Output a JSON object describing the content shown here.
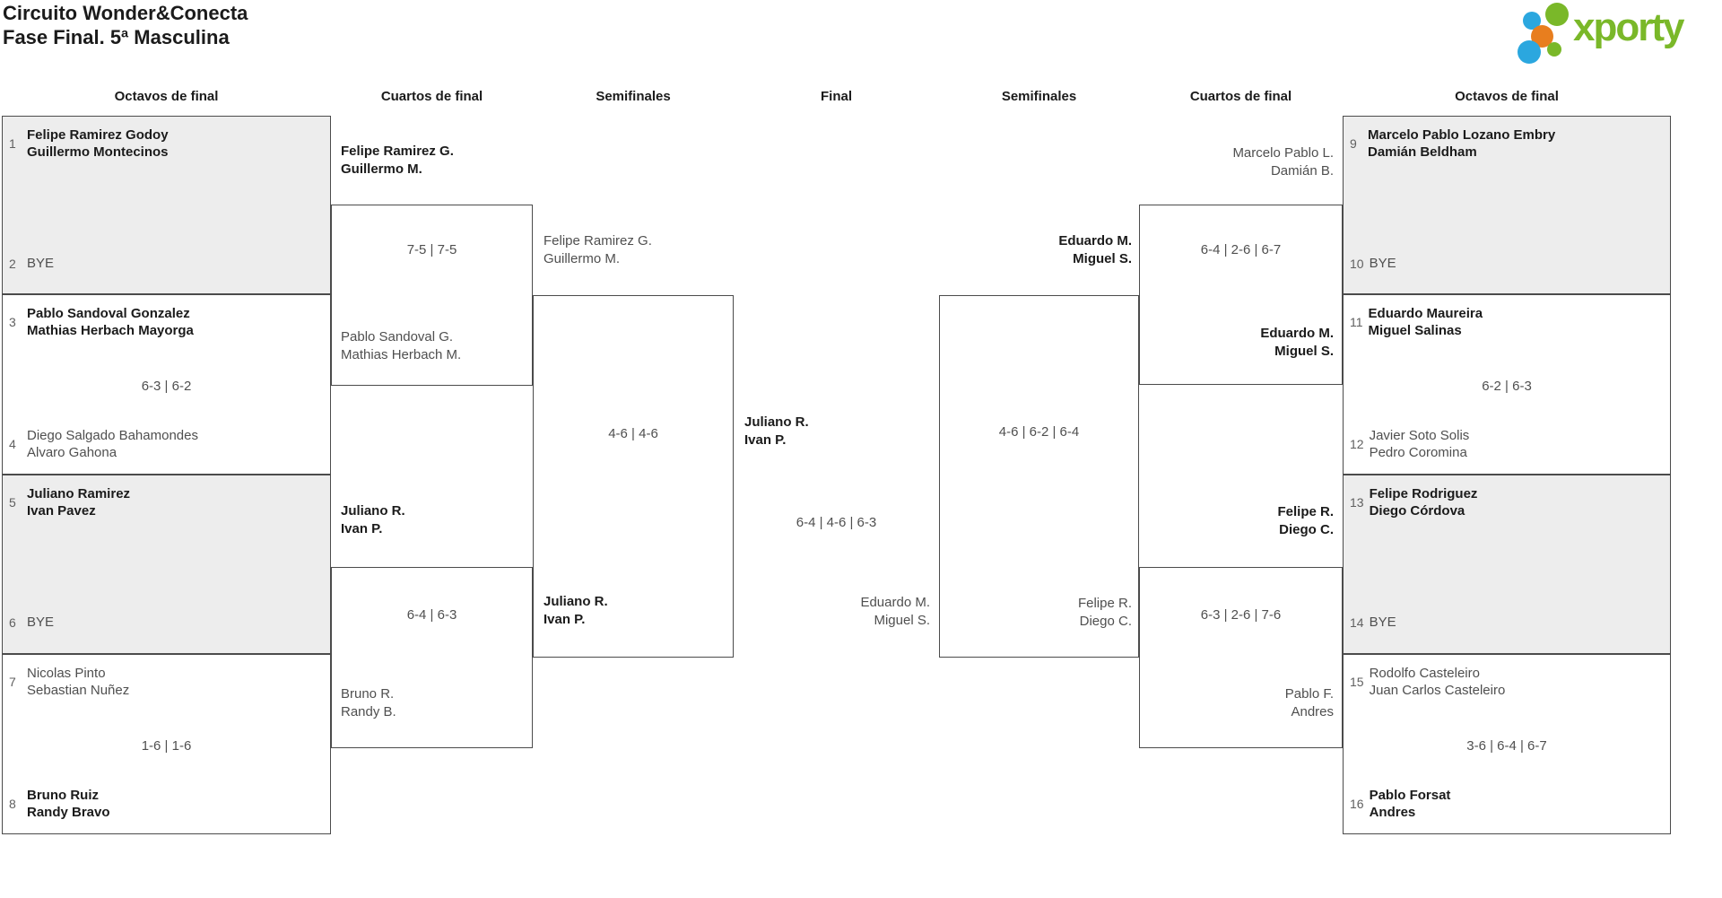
{
  "title": "Circuito Wonder&Conecta\nFase Final. 5ª Masculina",
  "logo": {
    "wordmark": "xporty"
  },
  "colors": {
    "brand_green": "#7ab829",
    "brand_blue": "#2ba7df",
    "brand_orange": "#e87e1e",
    "bye_background": "#ededed",
    "line": "#4b4b4b",
    "winner_text": "#1b1b1b",
    "normal_text": "#4f4f4f"
  },
  "rounds": {
    "octavos_left": "Octavos de final",
    "cuartos_left": "Cuartos de final",
    "semis_left": "Semifinales",
    "final": "Final",
    "semis_right": "Semifinales",
    "cuartos_right": "Cuartos de final",
    "octavos_right": "Octavos de final"
  },
  "octavos_left": [
    {
      "seed_top": "1",
      "team_top": "Felipe Ramirez Godoy\nGuillermo Montecinos",
      "winner_top": true,
      "seed_bottom": "2",
      "team_bottom": "BYE",
      "winner_bottom": false,
      "bye": true,
      "score": ""
    },
    {
      "seed_top": "3",
      "team_top": "Pablo Sandoval Gonzalez\nMathias Herbach Mayorga",
      "winner_top": true,
      "seed_bottom": "4",
      "team_bottom": "Diego Salgado Bahamondes\nAlvaro Gahona",
      "winner_bottom": false,
      "bye": false,
      "score": "6-3 | 6-2"
    },
    {
      "seed_top": "5",
      "team_top": "Juliano Ramirez\nIvan Pavez",
      "winner_top": true,
      "seed_bottom": "6",
      "team_bottom": "BYE",
      "winner_bottom": false,
      "bye": true,
      "score": ""
    },
    {
      "seed_top": "7",
      "team_top": "Nicolas Pinto\nSebastian Nuñez",
      "winner_top": false,
      "seed_bottom": "8",
      "team_bottom": "Bruno Ruiz\nRandy Bravo",
      "winner_bottom": true,
      "bye": false,
      "score": "1-6 | 1-6"
    }
  ],
  "octavos_right": [
    {
      "seed_top": "9",
      "team_top": "Marcelo Pablo Lozano Embry\nDamián Beldham",
      "winner_top": true,
      "seed_bottom": "10",
      "team_bottom": "BYE",
      "winner_bottom": false,
      "bye": true,
      "score": ""
    },
    {
      "seed_top": "11",
      "team_top": "Eduardo Maureira\nMiguel Salinas",
      "winner_top": true,
      "seed_bottom": "12",
      "team_bottom": "Javier Soto Solis\nPedro Coromina",
      "winner_bottom": false,
      "bye": false,
      "score": "6-2 | 6-3"
    },
    {
      "seed_top": "13",
      "team_top": "Felipe Rodriguez\nDiego Córdova",
      "winner_top": true,
      "seed_bottom": "14",
      "team_bottom": "BYE",
      "winner_bottom": false,
      "bye": true,
      "score": ""
    },
    {
      "seed_top": "15",
      "team_top": "Rodolfo Casteleiro\nJuan Carlos Casteleiro",
      "winner_top": false,
      "seed_bottom": "16",
      "team_bottom": "Pablo Forsat\nAndres",
      "winner_bottom": true,
      "bye": false,
      "score": "3-6 | 6-4 | 6-7"
    }
  ],
  "cuartos_left": [
    {
      "team_top": "Felipe Ramirez G.\nGuillermo M.",
      "winner_top": true,
      "score": "7-5 | 7-5",
      "team_bottom": "Pablo Sandoval G.\nMathias Herbach M.",
      "winner_bottom": false
    },
    {
      "team_top": "Juliano R.\nIvan P.",
      "winner_top": true,
      "score": "6-4 | 6-3",
      "team_bottom": "Bruno R.\nRandy B.",
      "winner_bottom": false
    }
  ],
  "cuartos_right": [
    {
      "team_top": "Marcelo Pablo L.\nDamián B.",
      "winner_top": false,
      "score": "6-4 | 2-6 | 6-7",
      "team_bottom": "Eduardo M.\nMiguel S.",
      "winner_bottom": true
    },
    {
      "team_top": "Felipe R.\nDiego C.",
      "winner_top": true,
      "score": "6-3 | 2-6 | 7-6",
      "team_bottom": "Pablo F.\nAndres",
      "winner_bottom": false
    }
  ],
  "semifinal_left": {
    "team_top": "Felipe Ramirez G.\nGuillermo M.",
    "winner_top": false,
    "score": "4-6 | 4-6",
    "team_bottom": "Juliano R.\nIvan P.",
    "winner_bottom": true
  },
  "semifinal_right": {
    "team_top": "Eduardo M.\nMiguel S.",
    "winner_top": true,
    "score": "4-6 | 6-2 | 6-4",
    "team_bottom": "Felipe R.\nDiego C.",
    "winner_bottom": false
  },
  "final": {
    "team_top": "Juliano R.\nIvan P.",
    "winner_top": true,
    "score": "6-4 | 4-6 | 6-3",
    "team_bottom": "Eduardo M.\nMiguel S.",
    "winner_bottom": false
  }
}
